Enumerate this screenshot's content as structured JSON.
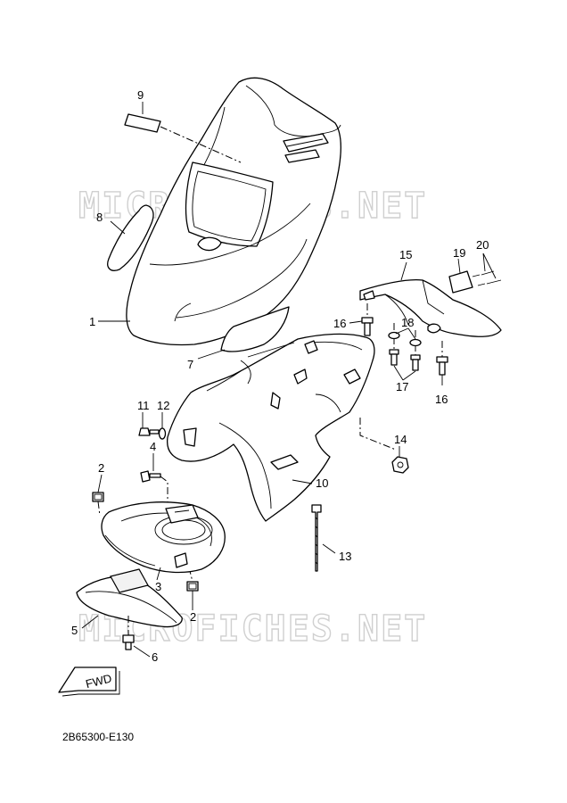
{
  "watermark": "MICROFICHES.NET",
  "diagram_code": "2B65300-E130",
  "fwd_label": "FWD",
  "callouts": [
    {
      "id": "c1",
      "label": "1"
    },
    {
      "id": "c2a",
      "label": "2"
    },
    {
      "id": "c2b",
      "label": "2"
    },
    {
      "id": "c3",
      "label": "3"
    },
    {
      "id": "c4",
      "label": "4"
    },
    {
      "id": "c5",
      "label": "5"
    },
    {
      "id": "c6",
      "label": "6"
    },
    {
      "id": "c7",
      "label": "7"
    },
    {
      "id": "c8",
      "label": "8"
    },
    {
      "id": "c9",
      "label": "9"
    },
    {
      "id": "c10",
      "label": "10"
    },
    {
      "id": "c11",
      "label": "11"
    },
    {
      "id": "c12",
      "label": "12"
    },
    {
      "id": "c13",
      "label": "13"
    },
    {
      "id": "c14",
      "label": "14"
    },
    {
      "id": "c15",
      "label": "15"
    },
    {
      "id": "c16a",
      "label": "16"
    },
    {
      "id": "c16b",
      "label": "16"
    },
    {
      "id": "c17",
      "label": "17"
    },
    {
      "id": "c18",
      "label": "18"
    },
    {
      "id": "c19",
      "label": "19"
    },
    {
      "id": "c20",
      "label": "20"
    }
  ]
}
